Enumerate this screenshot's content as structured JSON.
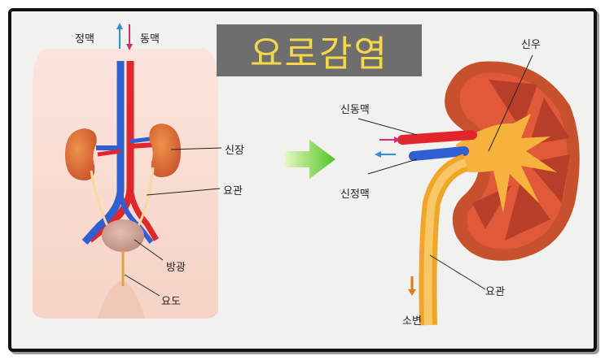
{
  "title": "요로감염",
  "labels": {
    "vein": "정맥",
    "artery": "동맥",
    "kidney": "신장",
    "ureter_left": "요관",
    "bladder": "방광",
    "urethra": "요도",
    "renal_pelvis": "신우",
    "renal_artery": "신동맥",
    "renal_vein": "신정맥",
    "ureter_right": "요관",
    "urine": "소변"
  },
  "colors": {
    "title_bg": "#6e6e6e",
    "title_text": "#f7d74a",
    "artery": "#e0262b",
    "vein": "#2f5fd0",
    "kidney": "#c8512d",
    "urine": "#f4a623",
    "arrow": "#6cd43a"
  }
}
